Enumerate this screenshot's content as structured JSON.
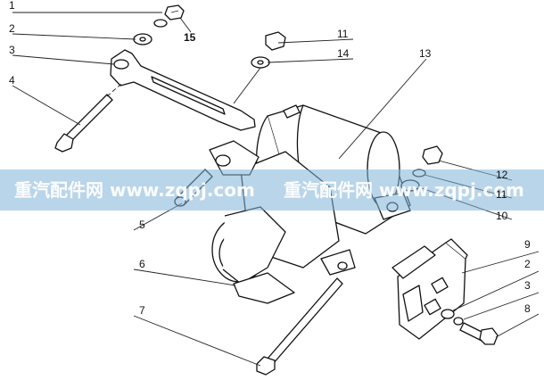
{
  "callouts": {
    "c1": "1",
    "c2": "2",
    "c3": "3",
    "c4": "4",
    "c15": "15",
    "c11a": "11",
    "c14": "14",
    "c13": "13",
    "c12": "12",
    "c11b": "11",
    "c10": "10",
    "c5": "5",
    "c6": "6",
    "c7": "7",
    "c9": "9",
    "c2b": "2",
    "c3b": "3",
    "c8": "8"
  },
  "watermark": {
    "left": "重汽配件网 www.zqpj.com",
    "right": "重汽配件网 www.zqpj.com"
  },
  "colors": {
    "banner": "#7fb2d8",
    "line": "#111111"
  }
}
